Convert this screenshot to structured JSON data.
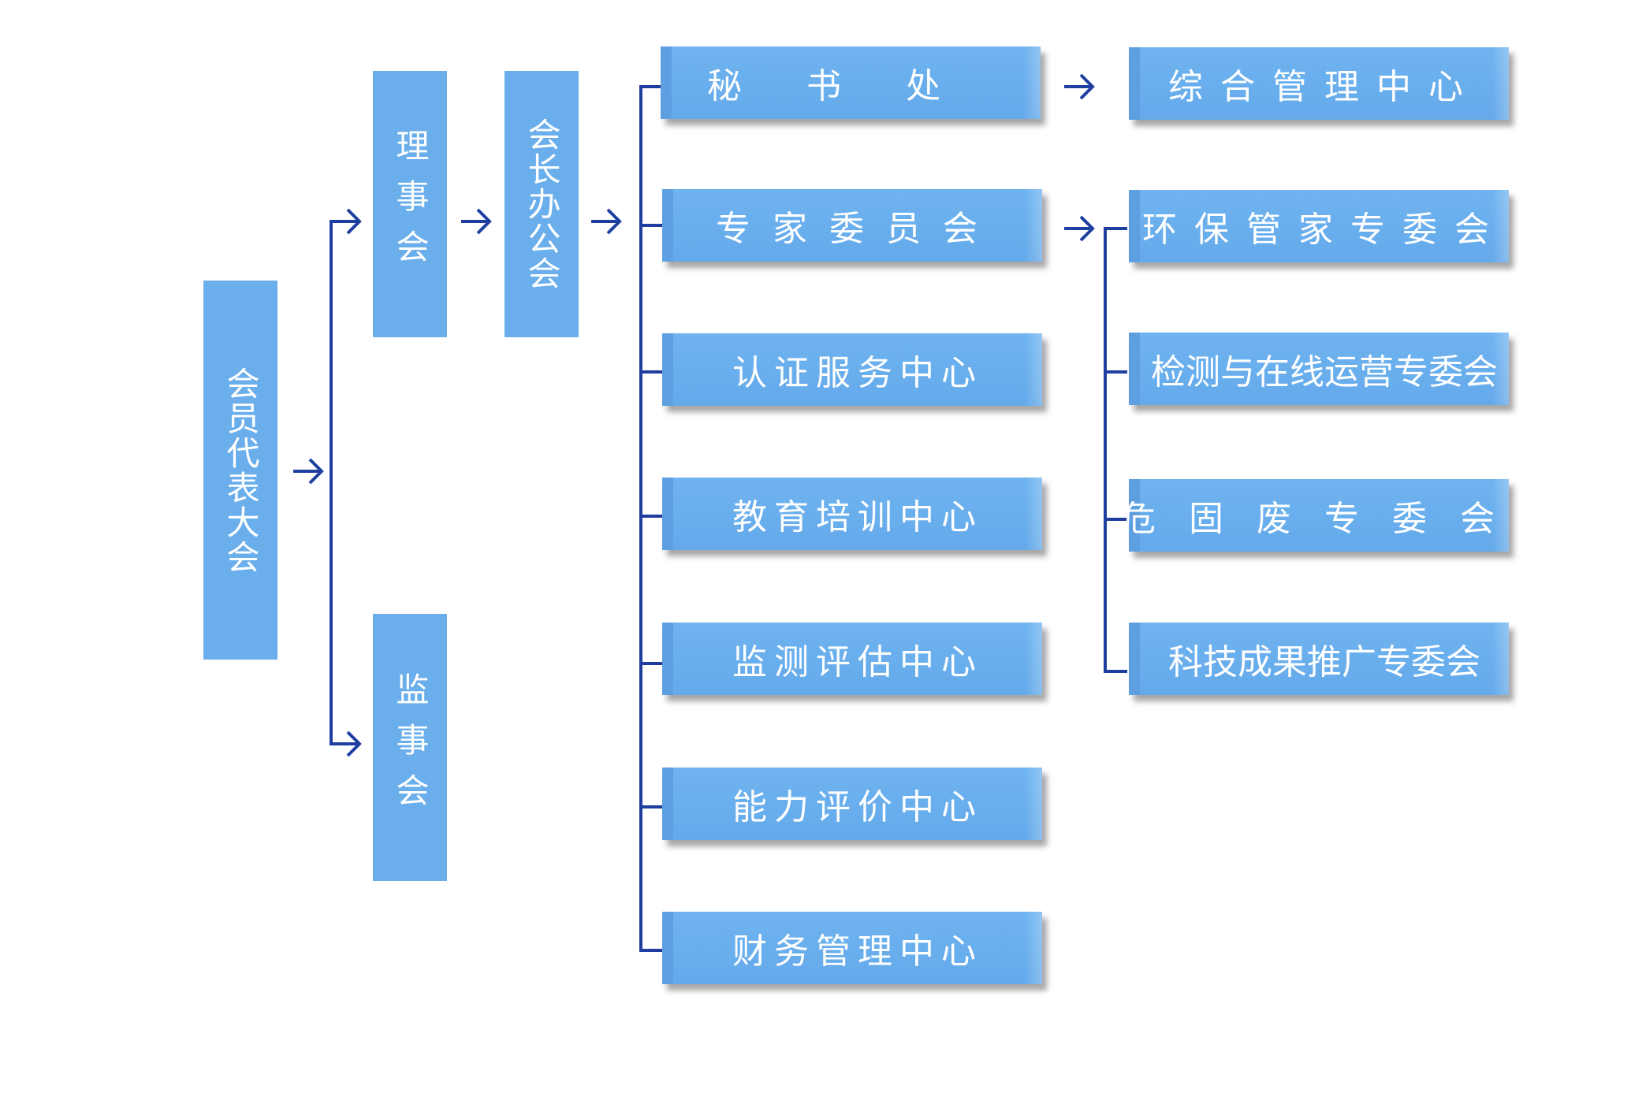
{
  "nodes": {
    "congress": "会员代表大会",
    "council": "理事会",
    "supervisors": "监事会",
    "president_office": "会长办公会",
    "secretariat": "秘书处",
    "expert_committee": "专家委员会",
    "certification": "认证服务中心",
    "education": "教育培训中心",
    "monitoring": "监测评估中心",
    "capability": "能力评价中心",
    "finance": "财务管理中心",
    "general_management": "综合管理中心",
    "env_housekeeper": "环保管家专委会",
    "testing_online": "检测与在线运营专委会",
    "hazardous_waste": "危固废专委会",
    "tech_promotion": "科技成果推广专委会"
  },
  "colors": {
    "box": "#6aaeec",
    "box_border": "#5d9fe0",
    "connector": "#1f3fa0",
    "text": "#ffffff"
  }
}
